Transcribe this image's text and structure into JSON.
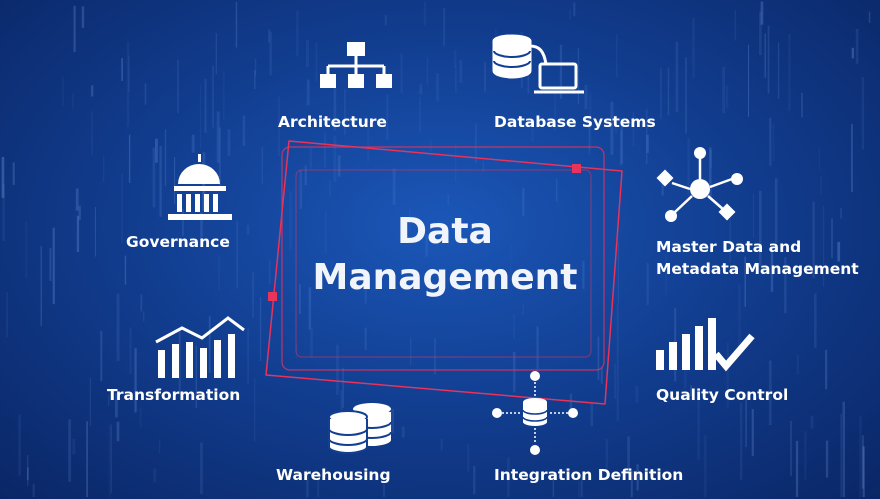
{
  "title": {
    "line1": "Data",
    "line2": "Management"
  },
  "accent_color": "#e8335a",
  "background_color": "#123f92",
  "nodes": [
    {
      "label": "Architecture",
      "icon": "hierarchy-icon"
    },
    {
      "label": "Database Systems",
      "icon": "database-laptop-icon"
    },
    {
      "label": "Governance",
      "icon": "capitol-building-icon"
    },
    {
      "label": "Master Data and",
      "label2": "Metadata Management",
      "icon": "network-nodes-icon"
    },
    {
      "label": "Transformation",
      "icon": "bar-chart-trend-icon"
    },
    {
      "label": "Quality Control",
      "icon": "bar-chart-check-icon"
    },
    {
      "label": "Warehousing",
      "icon": "databases-icon"
    },
    {
      "label": "Integration Definition",
      "icon": "database-integration-icon"
    }
  ]
}
